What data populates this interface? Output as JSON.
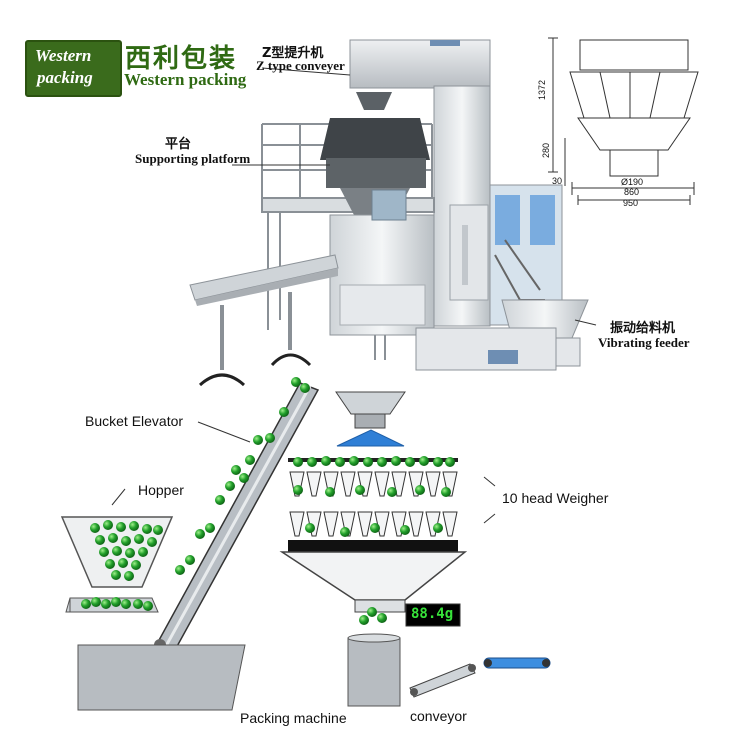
{
  "logo": {
    "line1": "Western",
    "line2": "packing",
    "cn_name": "西利包装",
    "en_name": "Western packing"
  },
  "machine_labels": {
    "z_conveyer_cn": "Z型提升机",
    "z_conveyer_en": "Z type conveyer",
    "platform_cn": "平台",
    "platform_en": "Supporting platform",
    "feeder_cn": "振动给料机",
    "feeder_en": "Vibrating feeder"
  },
  "dimensions": {
    "height": "1372",
    "d1": "280",
    "d2": "30",
    "diameter": "Ø190",
    "width1": "860",
    "width2": "950"
  },
  "process_labels": {
    "bucket_elevator": "Bucket Elevator",
    "hopper": "Hopper",
    "weigher": "10 head Weigher",
    "packing_machine": "Packing machine",
    "conveyor": "conveyor"
  },
  "weight_display": "88.4g",
  "colors": {
    "brand_green": "#3a6b1c",
    "pea_green": "#1f9e2a",
    "display_green": "#37e23a",
    "funnel_blue": "#2f7fd6"
  }
}
